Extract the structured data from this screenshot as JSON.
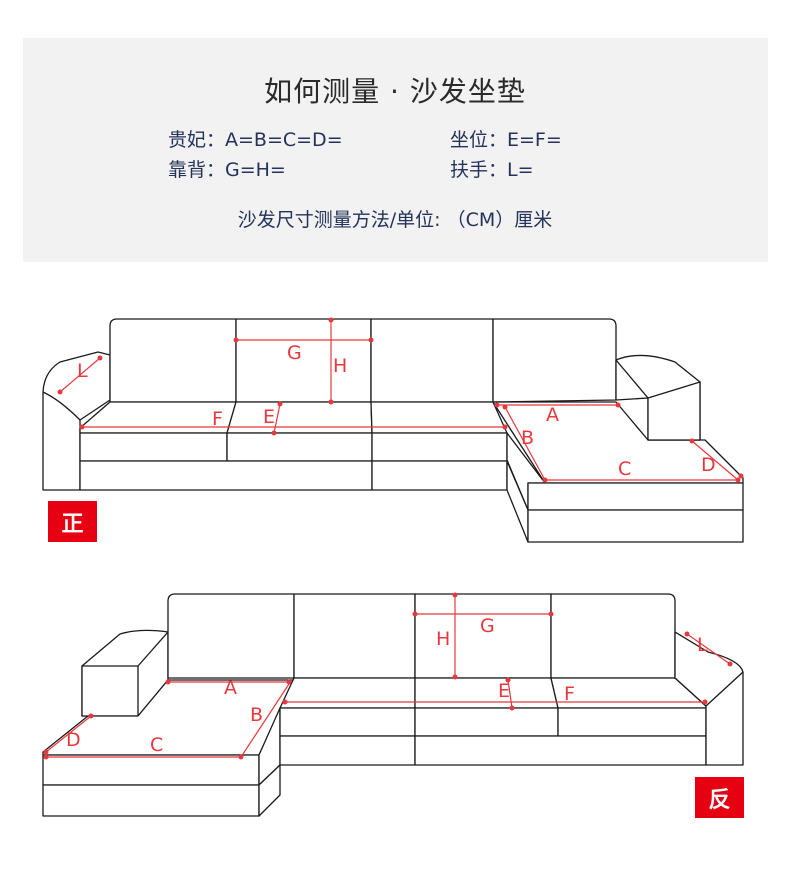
{
  "header": {
    "title": "如何测量 · 沙发坐垫",
    "guifei": "贵妃：A=B=C=D=",
    "seat": "坐位：E=F=",
    "back": "靠背：G=H=",
    "armrest": "扶手：L=",
    "method": "沙发尺寸测量方法/单位: （CM）厘米"
  },
  "labels": {
    "a": "A",
    "b": "B",
    "c": "C",
    "d": "D",
    "e": "E",
    "f": "F",
    "g": "G",
    "h": "H",
    "l": "L"
  },
  "badges": {
    "front": "正",
    "reverse": "反"
  },
  "colors": {
    "marker": "#e8383d",
    "badge": "#e60012",
    "panel": "#f2f2f2",
    "text": "#25335a"
  }
}
